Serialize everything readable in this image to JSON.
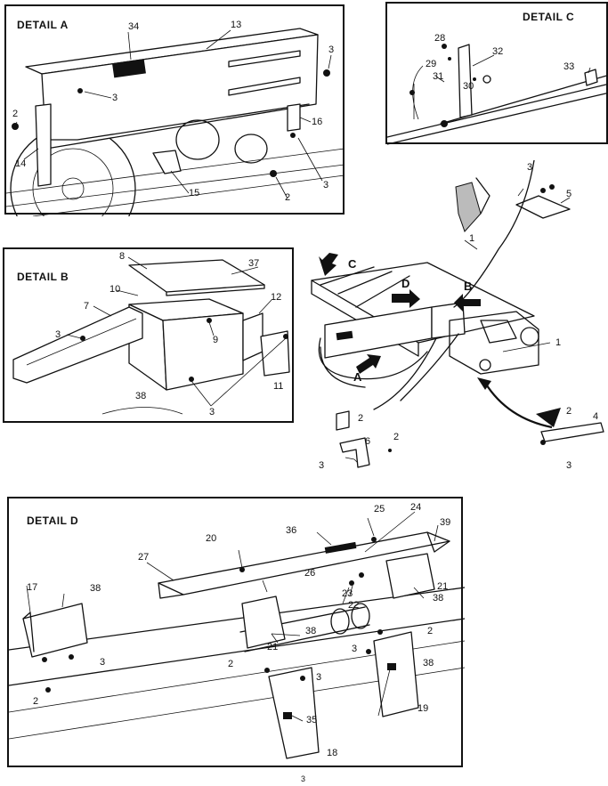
{
  "panels": {
    "detail_a": {
      "title": "DETAIL A",
      "callouts": [
        "34",
        "13",
        "3",
        "3",
        "2",
        "16",
        "14",
        "15",
        "2",
        "3"
      ]
    },
    "detail_c": {
      "title": "DETAIL C",
      "callouts": [
        "28",
        "29",
        "32",
        "31",
        "30",
        "33"
      ]
    },
    "detail_b": {
      "title": "DETAIL B",
      "callouts": [
        "8",
        "37",
        "10",
        "12",
        "7",
        "9",
        "3",
        "38",
        "11",
        "3"
      ]
    },
    "detail_d": {
      "title": "DETAIL D",
      "callouts": [
        "25",
        "24",
        "36",
        "39",
        "20",
        "27",
        "26",
        "17",
        "38",
        "23",
        "21",
        "22",
        "38",
        "38",
        "21",
        "2",
        "3",
        "2",
        "3",
        "3",
        "38",
        "2",
        "35",
        "19",
        "18"
      ]
    }
  },
  "main_view": {
    "arrow_labels": [
      "C",
      "D",
      "B",
      "A"
    ],
    "callouts": [
      "3",
      "5",
      "1",
      "1",
      "2",
      "4",
      "3",
      "2",
      "6",
      "2",
      "3"
    ]
  },
  "page_number": "3"
}
